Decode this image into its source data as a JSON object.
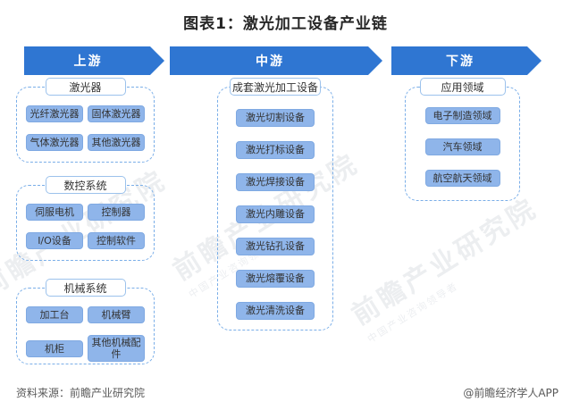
{
  "title": "图表1：激光加工设备产业链",
  "stages": {
    "upstream": "上游",
    "midstream": "中游",
    "downstream": "下游"
  },
  "upstream": {
    "groups": [
      {
        "header": "激光器",
        "items": [
          "光纤激光器",
          "固体激光器",
          "气体激光器",
          "其他激光器"
        ]
      },
      {
        "header": "数控系统",
        "items": [
          "伺服电机",
          "控制器",
          "I/O设备",
          "控制软件"
        ]
      },
      {
        "header": "机械系统",
        "items": [
          "加工台",
          "机械臂",
          "机柜",
          "其他机械配件"
        ]
      }
    ]
  },
  "midstream": {
    "header": "成套激光加工设备",
    "items": [
      "激光切割设备",
      "激光打标设备",
      "激光焊接设备",
      "激光内雕设备",
      "激光钻孔设备",
      "激光熔覆设备",
      "激光清洗设备"
    ]
  },
  "downstream": {
    "header": "应用领域",
    "items": [
      "电子制造领域",
      "汽车领域",
      "航空航天领域"
    ]
  },
  "footer": {
    "source": "资料来源：前瞻产业研究院",
    "credit": "@前瞻经济学人APP"
  },
  "watermark": {
    "brand": "前瞻产业研究院",
    "tagline": "中国产业咨询领导者"
  },
  "colors": {
    "arrow_blue": "#2F76D2",
    "item_fill": "#8FB5EA",
    "item_border": "#7FA9E2",
    "dash_border": "#7AAEE8",
    "header_border": "#9CC2EC",
    "footer_gray": "#595959"
  }
}
